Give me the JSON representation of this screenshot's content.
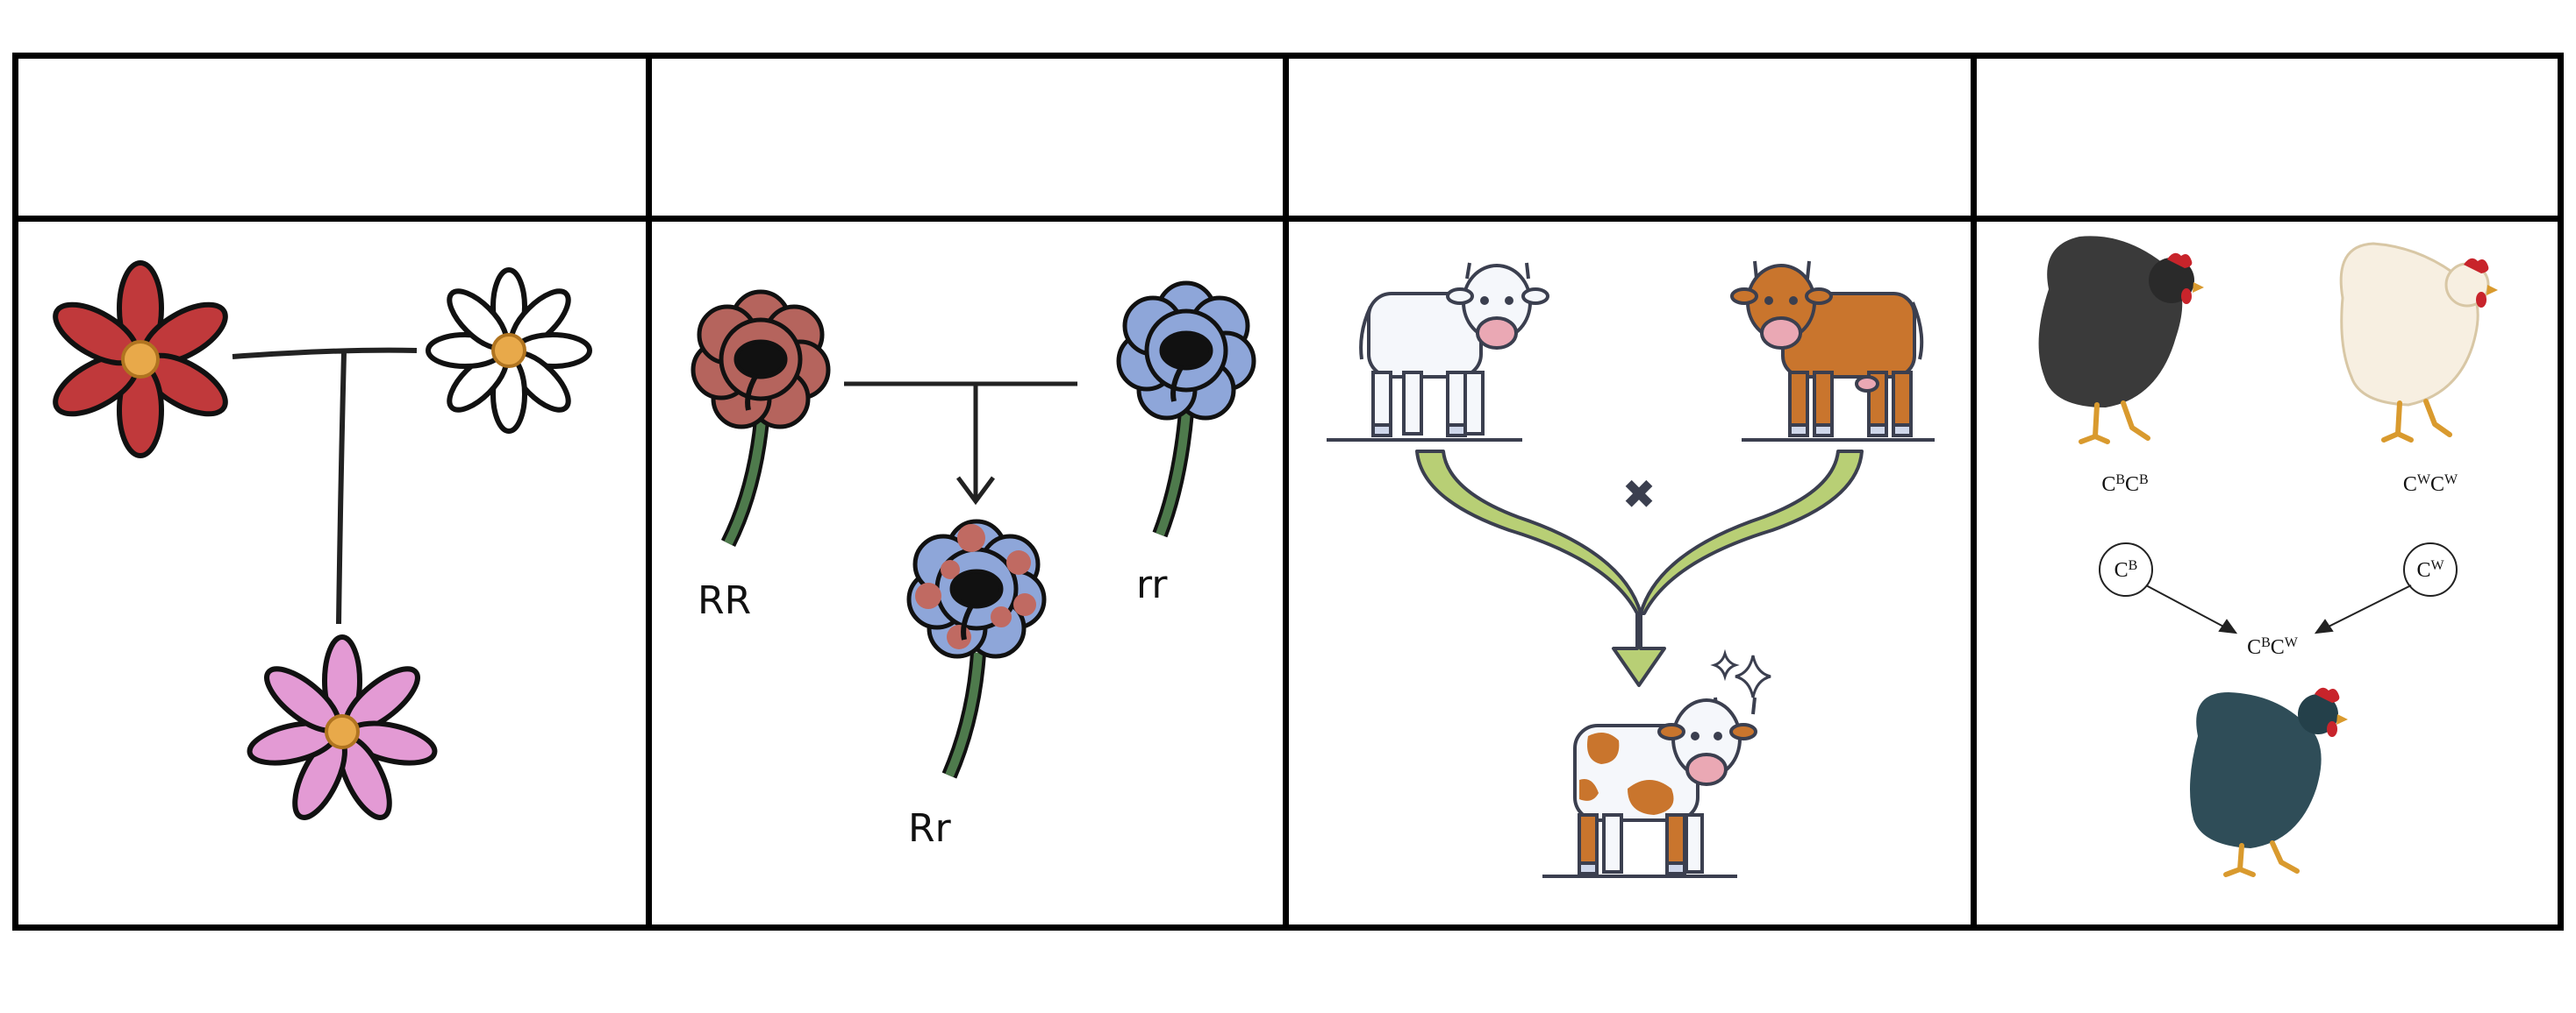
{
  "table": {
    "header_row": [
      "",
      "",
      "",
      ""
    ]
  },
  "panel_flowers_simple": {
    "parents": [
      "red-flower",
      "white-flower"
    ],
    "offspring": "pink-flower"
  },
  "panel_flowers_codominant": {
    "parent_left_genotype": "RR",
    "parent_right_genotype": "rr",
    "offspring_genotype": "Rr"
  },
  "panel_cows": {
    "cross_symbol": "✖",
    "parents": [
      "white-cow",
      "brown-cow"
    ],
    "offspring": "spotted-cow"
  },
  "panel_chickens": {
    "parent_left": {
      "base": "C",
      "sup1": "B",
      "sup2": "B"
    },
    "parent_right": {
      "base": "C",
      "sup1": "W",
      "sup2": "W"
    },
    "allele_left": {
      "base": "C",
      "sup": "B"
    },
    "allele_right": {
      "base": "C",
      "sup": "W"
    },
    "offspring": {
      "base": "C",
      "sup1": "B",
      "sup2": "W"
    }
  },
  "colors": {
    "red": "#c0393b",
    "pink": "#e39ad4",
    "petal_center": "#e8a94a",
    "rose_red": "#b5645d",
    "blue": "#8ea6d9",
    "stem": "#4e7a4c",
    "green_arrow": "#b8cf75",
    "cow_brown": "#c9752d",
    "cow_white": "#f5f7fb",
    "hen_black": "#3a3a3a",
    "hen_cream": "#f7efe1",
    "hen_blue": "#2f4d58",
    "comb_red": "#c8242b"
  }
}
